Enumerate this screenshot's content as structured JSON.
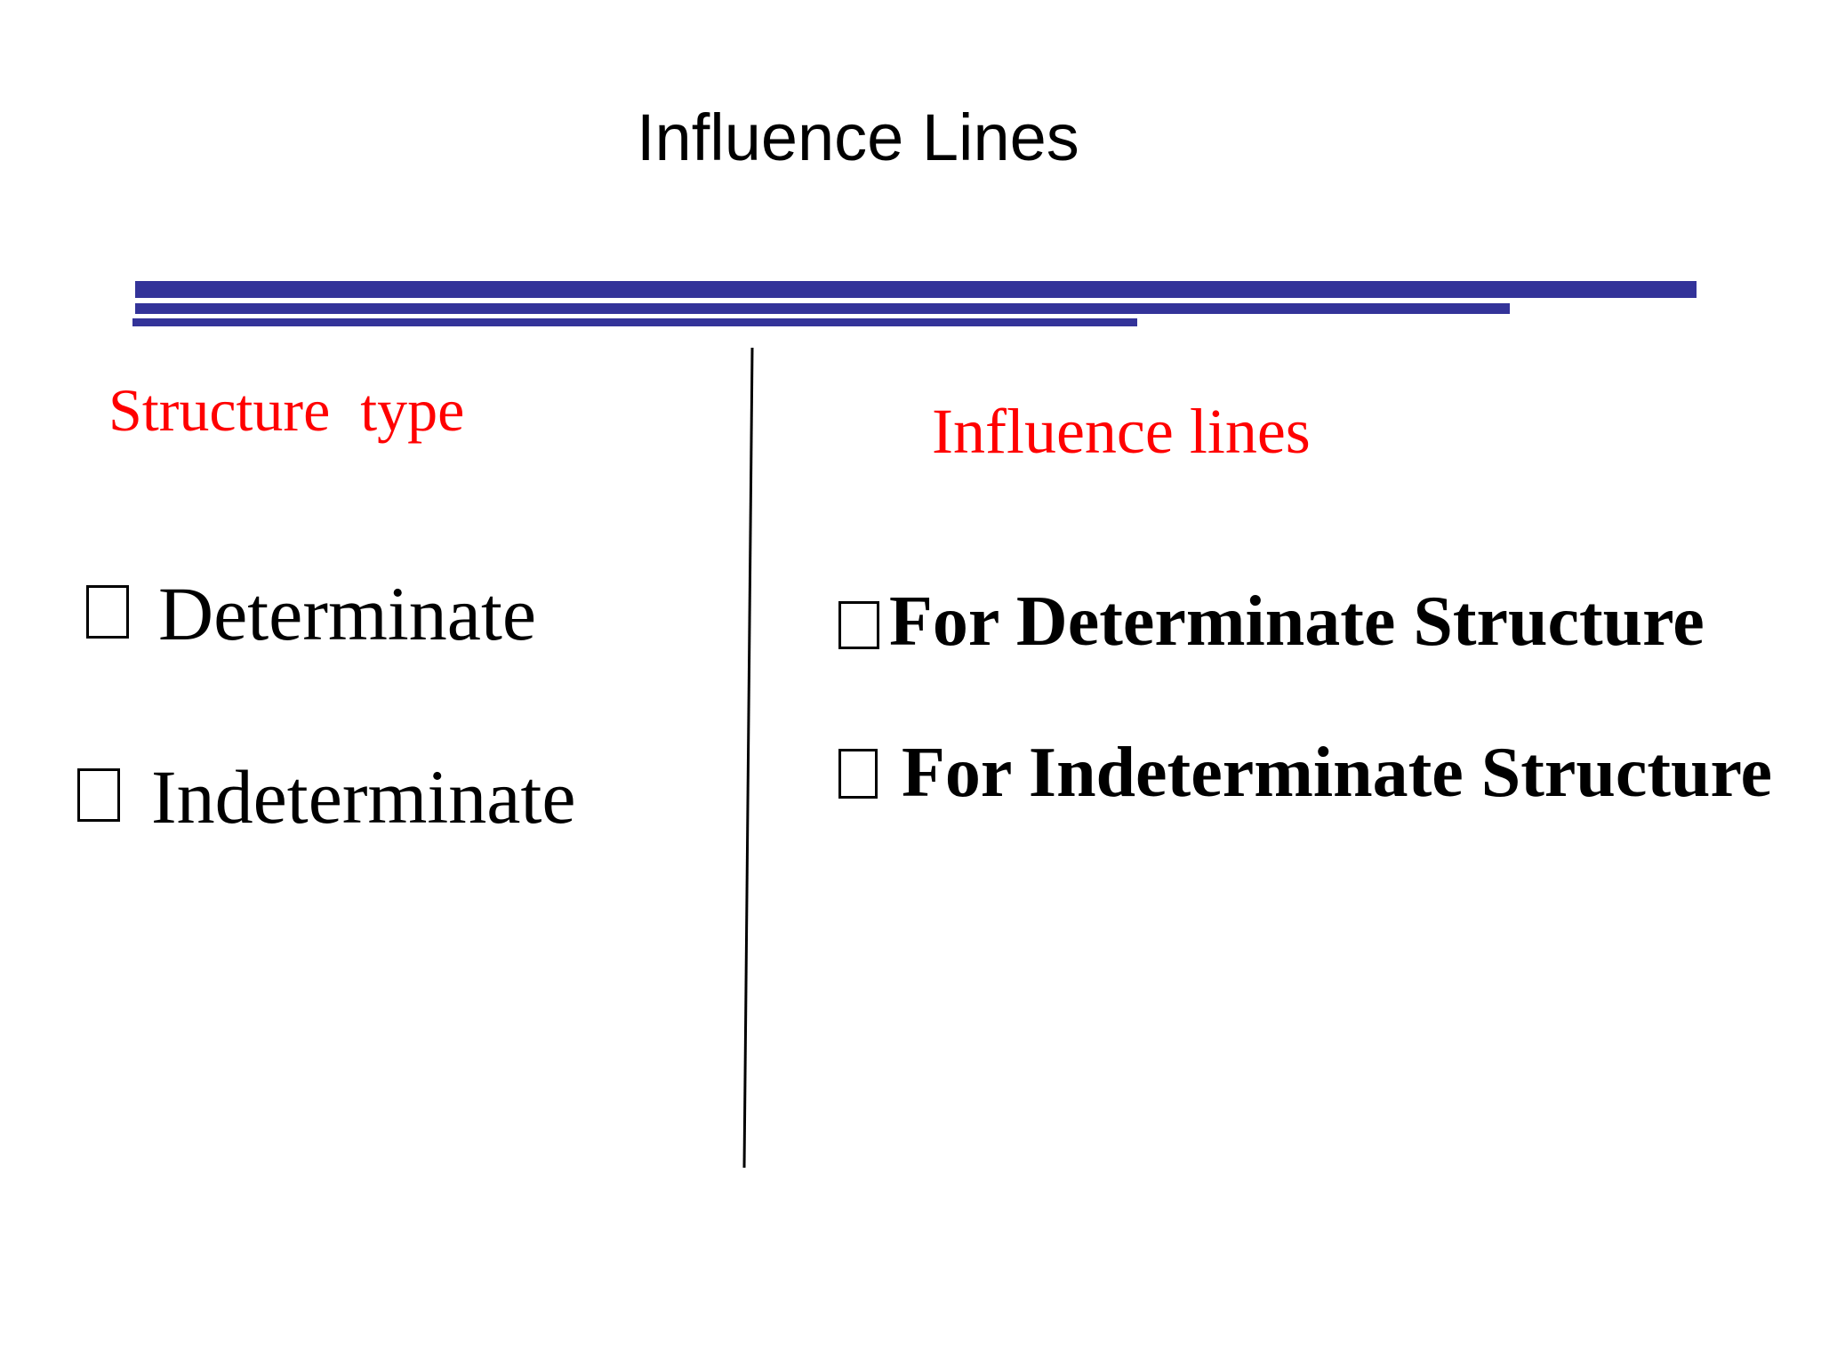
{
  "slide": {
    "title": "Influence Lines",
    "left_column": {
      "heading": "Structure  type",
      "bullets": [
        "Determinate",
        "Indeterminate"
      ]
    },
    "right_column": {
      "heading": "Influence lines",
      "bullets": [
        "For Determinate Structure",
        "For Indeterminate Structure"
      ]
    },
    "decorations": {
      "horizontal_bars_count": "3",
      "bullet_icon": "hollow-square"
    },
    "colors": {
      "background": "#FFFFFF",
      "title_text": "#000000",
      "heading_red": "#FF0000",
      "bar_blue": "#333399",
      "divider_black": "#000000"
    }
  }
}
